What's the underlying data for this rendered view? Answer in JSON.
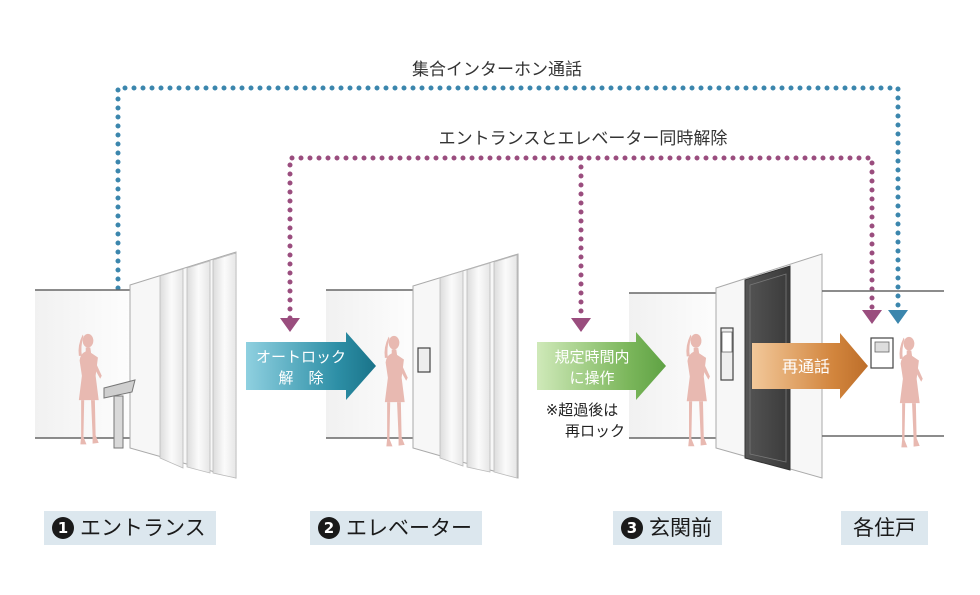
{
  "intercom_call": "集合インターホン通話",
  "simultaneous_unlock": "エントランスとエレベーター同時解除",
  "arrows": {
    "auto_lock_line1": "オートロック",
    "auto_lock_line2": "解　除",
    "timed_line1": "規定時間内",
    "timed_line2": "に操作",
    "recall": "再通話"
  },
  "note_line1": "※超過後は",
  "note_line2": "再ロック",
  "steps": [
    {
      "num": "1",
      "label": "エントランス"
    },
    {
      "num": "2",
      "label": "エレベーター"
    },
    {
      "num": "3",
      "label": "玄関前"
    },
    {
      "num": "",
      "label": "各住戸"
    }
  ],
  "colors": {
    "intercom_dots": "#3b86ad",
    "unlock_dots": "#9a4d7e",
    "arrow_auto_lock": "#2d8fa6",
    "arrow_timed": "#7cb75c",
    "arrow_recall": "#d2853d",
    "person": "#e8b9b1",
    "label_bg": "#dce7ee"
  }
}
